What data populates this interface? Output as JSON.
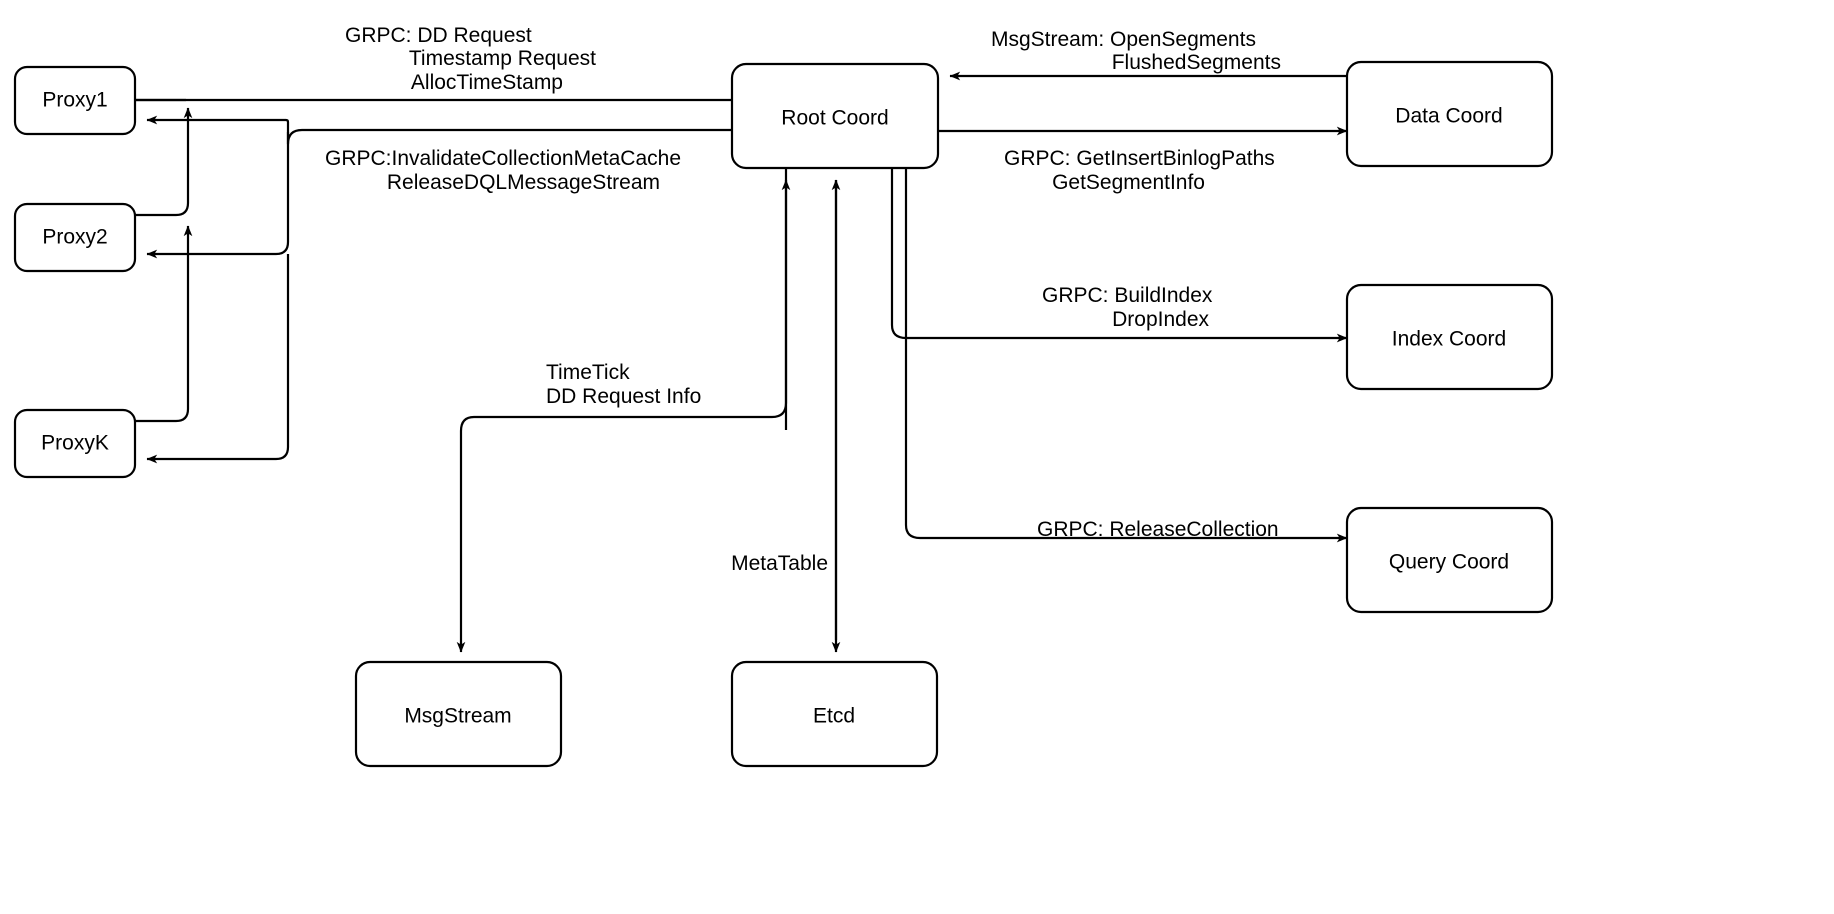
{
  "diagram": {
    "title": "Root Coord component interaction diagram",
    "background_color": "#ffffff",
    "line_color": "#000000",
    "text_color": "#000000",
    "nodes": [
      {
        "id": "proxy1",
        "label": "Proxy1"
      },
      {
        "id": "proxy2",
        "label": "Proxy2"
      },
      {
        "id": "proxyk",
        "label": "ProxyK"
      },
      {
        "id": "root_coord",
        "label": "Root Coord"
      },
      {
        "id": "data_coord",
        "label": "Data Coord"
      },
      {
        "id": "index_coord",
        "label": "Index Coord"
      },
      {
        "id": "query_coord",
        "label": "Query Coord"
      },
      {
        "id": "msgstream",
        "label": "MsgStream"
      },
      {
        "id": "etcd",
        "label": "Etcd"
      }
    ],
    "edge_labels": {
      "proxy_to_root": {
        "lines": [
          "GRPC: DD Request",
          "Timestamp Request",
          "AllocTimeStamp"
        ]
      },
      "root_to_proxy": {
        "lines": [
          "GRPC:InvalidateCollectionMetaCache",
          "ReleaseDQLMessageStream"
        ]
      },
      "datacoord_to_root": {
        "lines": [
          "MsgStream: OpenSegments",
          "FlushedSegments"
        ]
      },
      "root_to_datacoord": {
        "lines": [
          "GRPC: GetInsertBinlogPaths",
          "GetSegmentInfo"
        ]
      },
      "root_to_indexcoord": {
        "lines": [
          "GRPC: BuildIndex",
          "DropIndex"
        ]
      },
      "root_to_querycoord": {
        "lines": [
          "GRPC: ReleaseCollection"
        ]
      },
      "root_to_msgstream": {
        "lines": [
          "TimeTick",
          "DD Request Info"
        ]
      },
      "root_to_etcd": {
        "lines": [
          "MetaTable"
        ]
      }
    }
  }
}
